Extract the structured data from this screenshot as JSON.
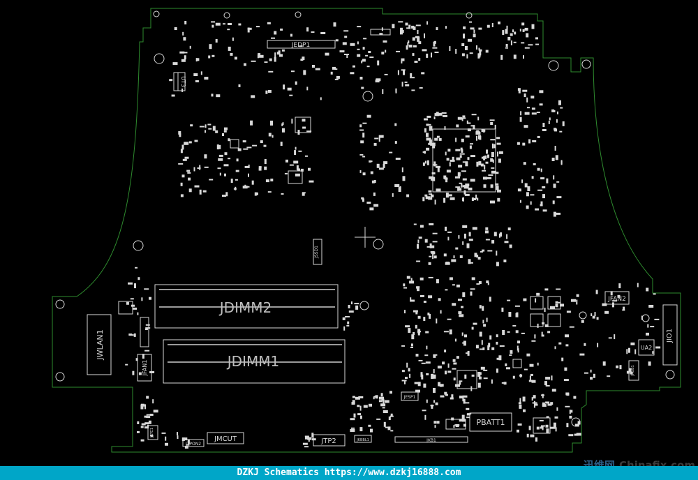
{
  "board": {
    "outline_color": "#2e8b2e",
    "part_color": "#d9d9d9",
    "background": "#000000",
    "labels": {
      "jedp1": "JEDP1",
      "ut3": "UT3",
      "jdimm2": "JDIMM2",
      "jdimm1": "JDIMM1",
      "jwlan1": "JWLAN1",
      "jfan1": "JFAN1",
      "jfan2": "JFAN2",
      "jio1": "JIO1",
      "ua2": "UA2",
      "pbatt1": "PBATT1",
      "jmcut": "JMCUT",
      "jtp2": "JTP2",
      "jkb1": "JKB1",
      "jtpon2": "JTPON2",
      "jesp1": "JESP1",
      "jssd1": "JSSD1",
      "jkbbl1": "JKBBL1",
      "jrtc1": "JRTC1",
      "jrgb1": "JRGB1"
    }
  },
  "status": {
    "text": "DZKJ Schematics https://www.dzkj16888.com",
    "color": "#00a6c8"
  },
  "watermark": {
    "cn": "迅维网",
    "en": "Chinafix.com"
  }
}
